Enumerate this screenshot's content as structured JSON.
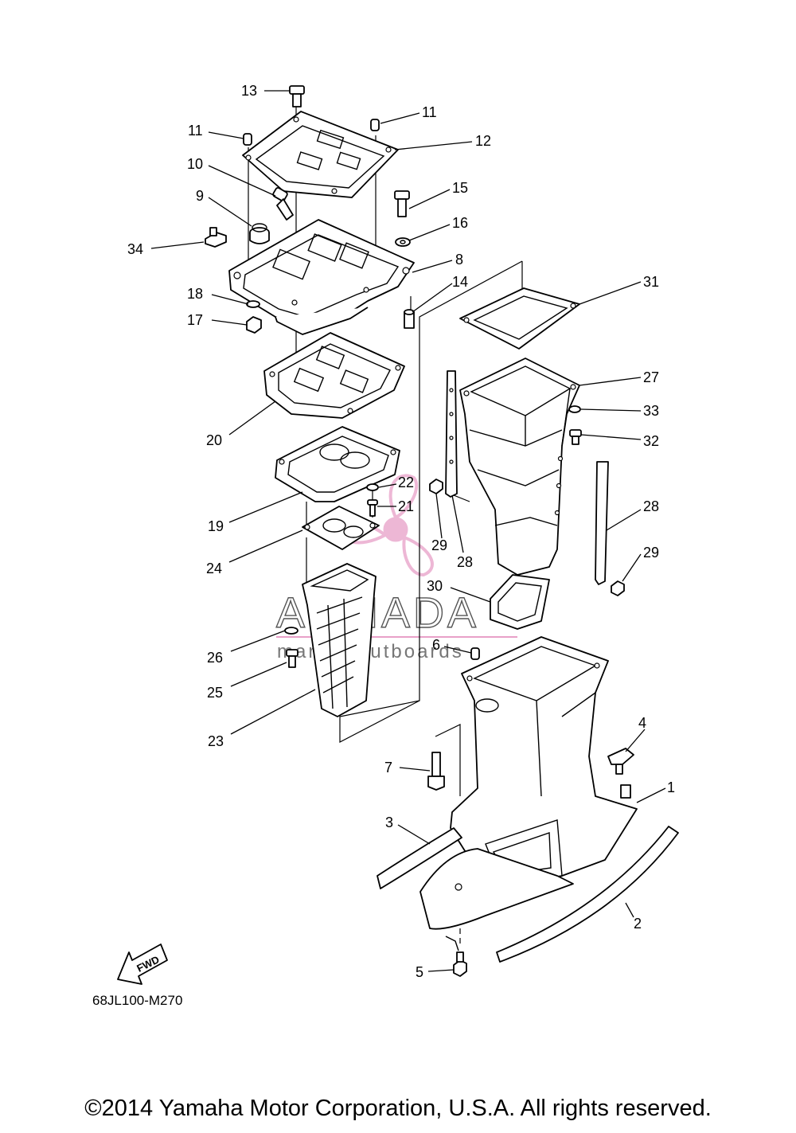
{
  "diagram": {
    "code": "68JL100-M270",
    "fwd_label": "FWD",
    "copyright": "©2014 Yamaha Motor Corporation, U.S.A. All rights reserved.",
    "watermark": {
      "word": "ARMADA",
      "sub": "marine outboards",
      "color": "#e8a0c8"
    },
    "callouts": [
      {
        "id": "13",
        "label": "13"
      },
      {
        "id": "11a",
        "label": "11"
      },
      {
        "id": "11b",
        "label": "11"
      },
      {
        "id": "12",
        "label": "12"
      },
      {
        "id": "10",
        "label": "10"
      },
      {
        "id": "9",
        "label": "9"
      },
      {
        "id": "15",
        "label": "15"
      },
      {
        "id": "16",
        "label": "16"
      },
      {
        "id": "34",
        "label": "34"
      },
      {
        "id": "8",
        "label": "8"
      },
      {
        "id": "14",
        "label": "14"
      },
      {
        "id": "31",
        "label": "31"
      },
      {
        "id": "18",
        "label": "18"
      },
      {
        "id": "17",
        "label": "17"
      },
      {
        "id": "27",
        "label": "27"
      },
      {
        "id": "33",
        "label": "33"
      },
      {
        "id": "32",
        "label": "32"
      },
      {
        "id": "20",
        "label": "20"
      },
      {
        "id": "22",
        "label": "22"
      },
      {
        "id": "21",
        "label": "21"
      },
      {
        "id": "28a",
        "label": "28"
      },
      {
        "id": "19",
        "label": "19"
      },
      {
        "id": "29a",
        "label": "29"
      },
      {
        "id": "28b",
        "label": "28"
      },
      {
        "id": "24",
        "label": "24"
      },
      {
        "id": "29b",
        "label": "29"
      },
      {
        "id": "30",
        "label": "30"
      },
      {
        "id": "6",
        "label": "6"
      },
      {
        "id": "26",
        "label": "26"
      },
      {
        "id": "25",
        "label": "25"
      },
      {
        "id": "23",
        "label": "23"
      },
      {
        "id": "4",
        "label": "4"
      },
      {
        "id": "7",
        "label": "7"
      },
      {
        "id": "1",
        "label": "1"
      },
      {
        "id": "3",
        "label": "3"
      },
      {
        "id": "2",
        "label": "2"
      },
      {
        "id": "5",
        "label": "5"
      }
    ]
  }
}
